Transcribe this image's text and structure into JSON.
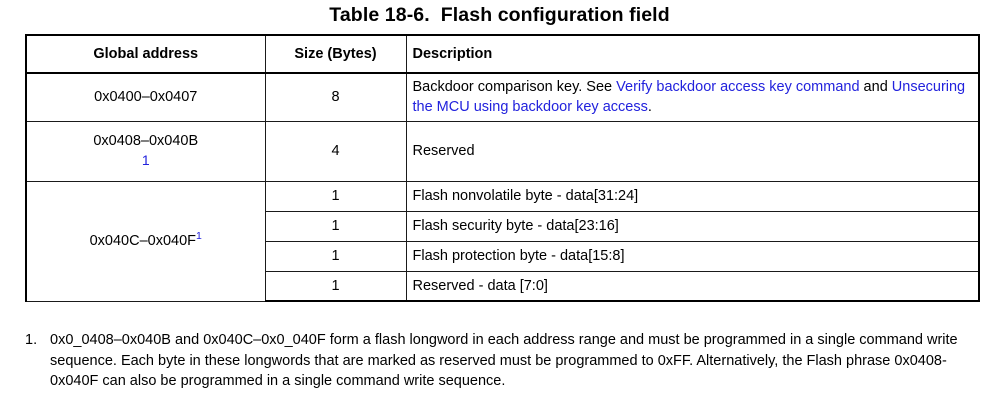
{
  "title": "Table 18-6.  Flash configuration field",
  "table": {
    "columns": [
      {
        "key": "address",
        "label": "Global address",
        "align": "center"
      },
      {
        "key": "size",
        "label": "Size (Bytes)",
        "align": "center"
      },
      {
        "key": "description",
        "label": "Description",
        "align": "left"
      }
    ],
    "rows": [
      {
        "address": "0x0400–0x0407",
        "size": "8",
        "description_parts": [
          {
            "text": "Backdoor comparison key. See ",
            "link": false
          },
          {
            "text": "Verify backdoor access key command",
            "link": true
          },
          {
            "text": " and ",
            "link": false
          },
          {
            "text": "Unsecuring the MCU using backdoor key access",
            "link": true
          },
          {
            "text": ".",
            "link": false
          }
        ],
        "description_plain": "Backdoor comparison key. See Verify backdoor access key command and Unsecuring the MCU using backdoor key access."
      },
      {
        "address": "0x0408–0x040B",
        "address_footnote": "1",
        "address_footnote_position": "below",
        "size": "4",
        "description_plain": "Reserved"
      },
      {
        "address": "0x040C–0x040F",
        "address_footnote": "1",
        "address_footnote_position": "superscript",
        "subrows": [
          {
            "size": "1",
            "description": "Flash nonvolatile byte - data[31:24]"
          },
          {
            "size": "1",
            "description": "Flash security byte - data[23:16]"
          },
          {
            "size": "1",
            "description": "Flash protection byte - data[15:8]"
          },
          {
            "size": "1",
            "description": "Reserved - data [7:0]"
          }
        ]
      }
    ]
  },
  "footnotes": [
    {
      "number": "1.",
      "text": "0x0_0408–0x040B and 0x040C–0x0_040F form a flash longword in each address range and must be programmed in a single command write sequence. Each byte in these longwords that are marked as reserved must be programmed to 0xFF. Alternatively, the Flash phrase 0x0408-0x040F can also be programmed in a single command write sequence."
    }
  ],
  "colors": {
    "link": "#2222dd",
    "text": "#000000",
    "border": "#1a1a1a",
    "background": "#ffffff"
  }
}
